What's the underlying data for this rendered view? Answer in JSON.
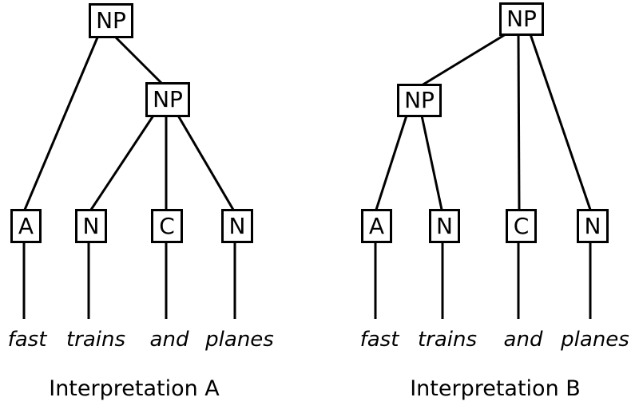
{
  "figure": {
    "background_color": "#ffffff",
    "line_color": "#000000",
    "sentence": "fast trains and planes",
    "trees": [
      {
        "id": "A",
        "caption": "Interpretation A",
        "root_label": "NP",
        "inner_label": "NP",
        "leaf_labels": [
          "A",
          "N",
          "C",
          "N"
        ],
        "words": [
          "fast",
          "trains",
          "and",
          "planes"
        ]
      },
      {
        "id": "B",
        "caption": "Interpretation B",
        "root_label": "NP",
        "inner_label": "NP",
        "leaf_labels": [
          "A",
          "N",
          "C",
          "N"
        ],
        "words": [
          "fast",
          "trains",
          "and",
          "planes"
        ]
      }
    ]
  }
}
